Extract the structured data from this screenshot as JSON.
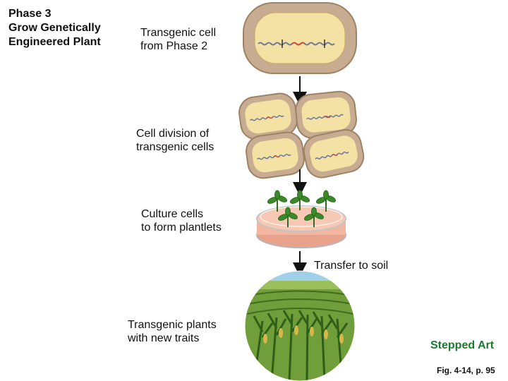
{
  "phase_title": "Phase 3\nGrow Genetically\nEngineered Plant",
  "steps": {
    "transgenic_cell": "Transgenic cell\nfrom Phase 2",
    "cell_division": "Cell division of\ntransgenic cells",
    "culture_cells": "Culture cells\nto form plantlets",
    "transfer": "Transfer to soil",
    "plants": "Transgenic plants\nwith new traits"
  },
  "stepped_art": "Stepped Art",
  "figure_ref": "Fig. 4-14, p. 95",
  "colors": {
    "cell_wall": "#b89a7e",
    "cytoplasm": "#f3e2a4",
    "dish": "#f2b6a0",
    "plant": "#3a8a2a",
    "field": "#5c8f2f",
    "sky": "#9fd0e8",
    "stepped_art": "#1a7a2e"
  }
}
